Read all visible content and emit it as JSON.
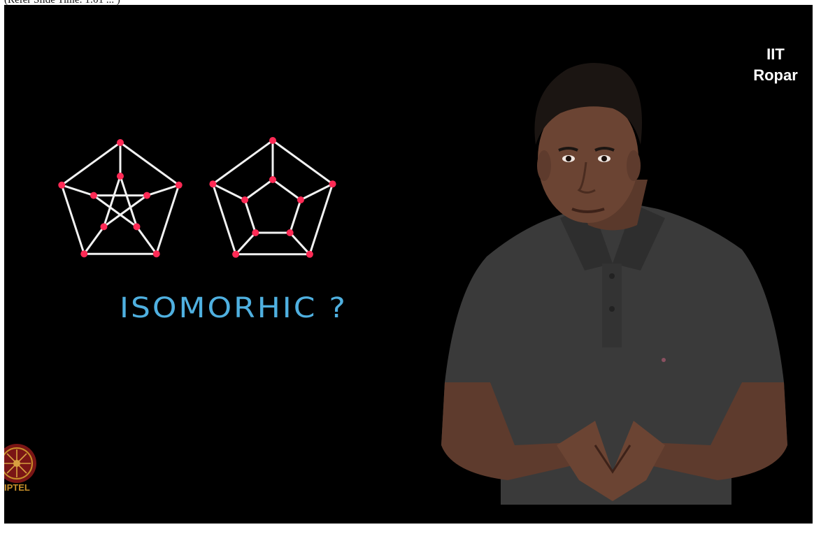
{
  "caption": "(Refer Slide Time: 1:01 ... )",
  "slide": {
    "question": "ISOMORHIC ?",
    "brand_line1": "IIT",
    "brand_line2": "Ropar",
    "logo_text": "IPTEL"
  },
  "colors": {
    "background": "#000000",
    "edge": "#f2f2f2",
    "vertex": "#ff2a55",
    "question": "#4fb0e0",
    "shirt": "#3a3a3a",
    "skin": "#6b4433"
  },
  "graphs": [
    {
      "name": "petersen",
      "vertex_count": 10
    },
    {
      "name": "pentagonal-prism",
      "vertex_count": 10
    }
  ]
}
